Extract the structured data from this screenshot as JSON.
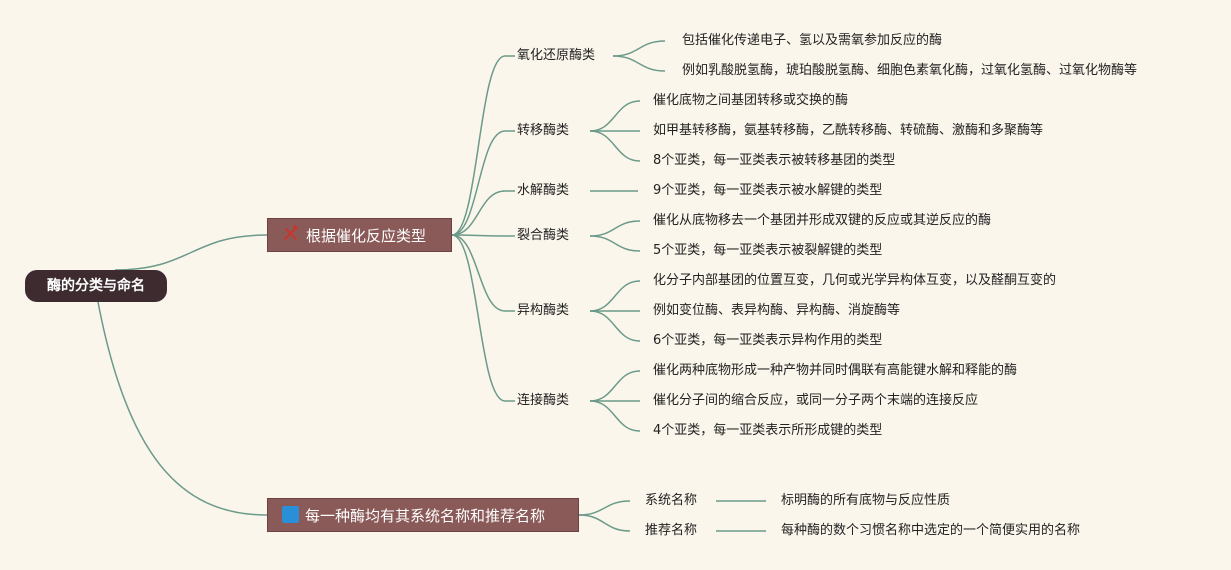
{
  "root": "酶的分类与命名",
  "branches": [
    {
      "label": "根据催化反应类型",
      "icon": "tools-icon",
      "children": [
        {
          "label": "氧化还原酶类",
          "notes": [
            "包括催化传递电子、氢以及需氧参加反应的酶",
            "例如乳酸脱氢酶，琥珀酸脱氢酶、细胞色素氧化酶，过氧化氢酶、过氧化物酶等"
          ]
        },
        {
          "label": "转移酶类",
          "notes": [
            "催化底物之间基团转移或交换的酶",
            "如甲基转移酶，氨基转移酶，乙酰转移酶、转硫酶、激酶和多聚酶等",
            "8个亚类，每一亚类表示被转移基团的类型"
          ]
        },
        {
          "label": "水解酶类",
          "notes": [
            "9个亚类，每一亚类表示被水解键的类型"
          ]
        },
        {
          "label": "裂合酶类",
          "notes": [
            "催化从底物移去一个基团并形成双键的反应或其逆反应的酶",
            "5个亚类，每一亚类表示被裂解键的类型"
          ]
        },
        {
          "label": "异构酶类",
          "notes": [
            "化分子内部基团的位置互变，几何或光学异构体互变，以及醛酮互变的",
            "例如变位酶、表异构酶、异构酶、消旋酶等",
            "6个亚类，每一亚类表示异构作用的类型"
          ]
        },
        {
          "label": "连接酶类",
          "notes": [
            "催化两种底物形成一种产物并同时偶联有高能键水解和释能的酶",
            "催化分子间的缩合反应，或同一分子两个末端的连接反应",
            "4个亚类，每一亚类表示所形成键的类型"
          ]
        }
      ]
    },
    {
      "label": "每一种酶均有其系统名称和推荐名称",
      "icon": "blue-square-icon",
      "children": [
        {
          "label": "系统名称",
          "notes": [
            "标明酶的所有底物与反应性质"
          ]
        },
        {
          "label": "推荐名称",
          "notes": [
            "每种酶的数个习惯名称中选定的一个简便实用的名称"
          ]
        }
      ]
    }
  ],
  "colors": {
    "link": "#6b9a8a",
    "root_bg": "#3d2b2f",
    "branch_bg": "#8a5a58",
    "background": "#fbf6ec",
    "icon_blue": "#2a8fd6",
    "icon_red": "#c23a2e"
  }
}
